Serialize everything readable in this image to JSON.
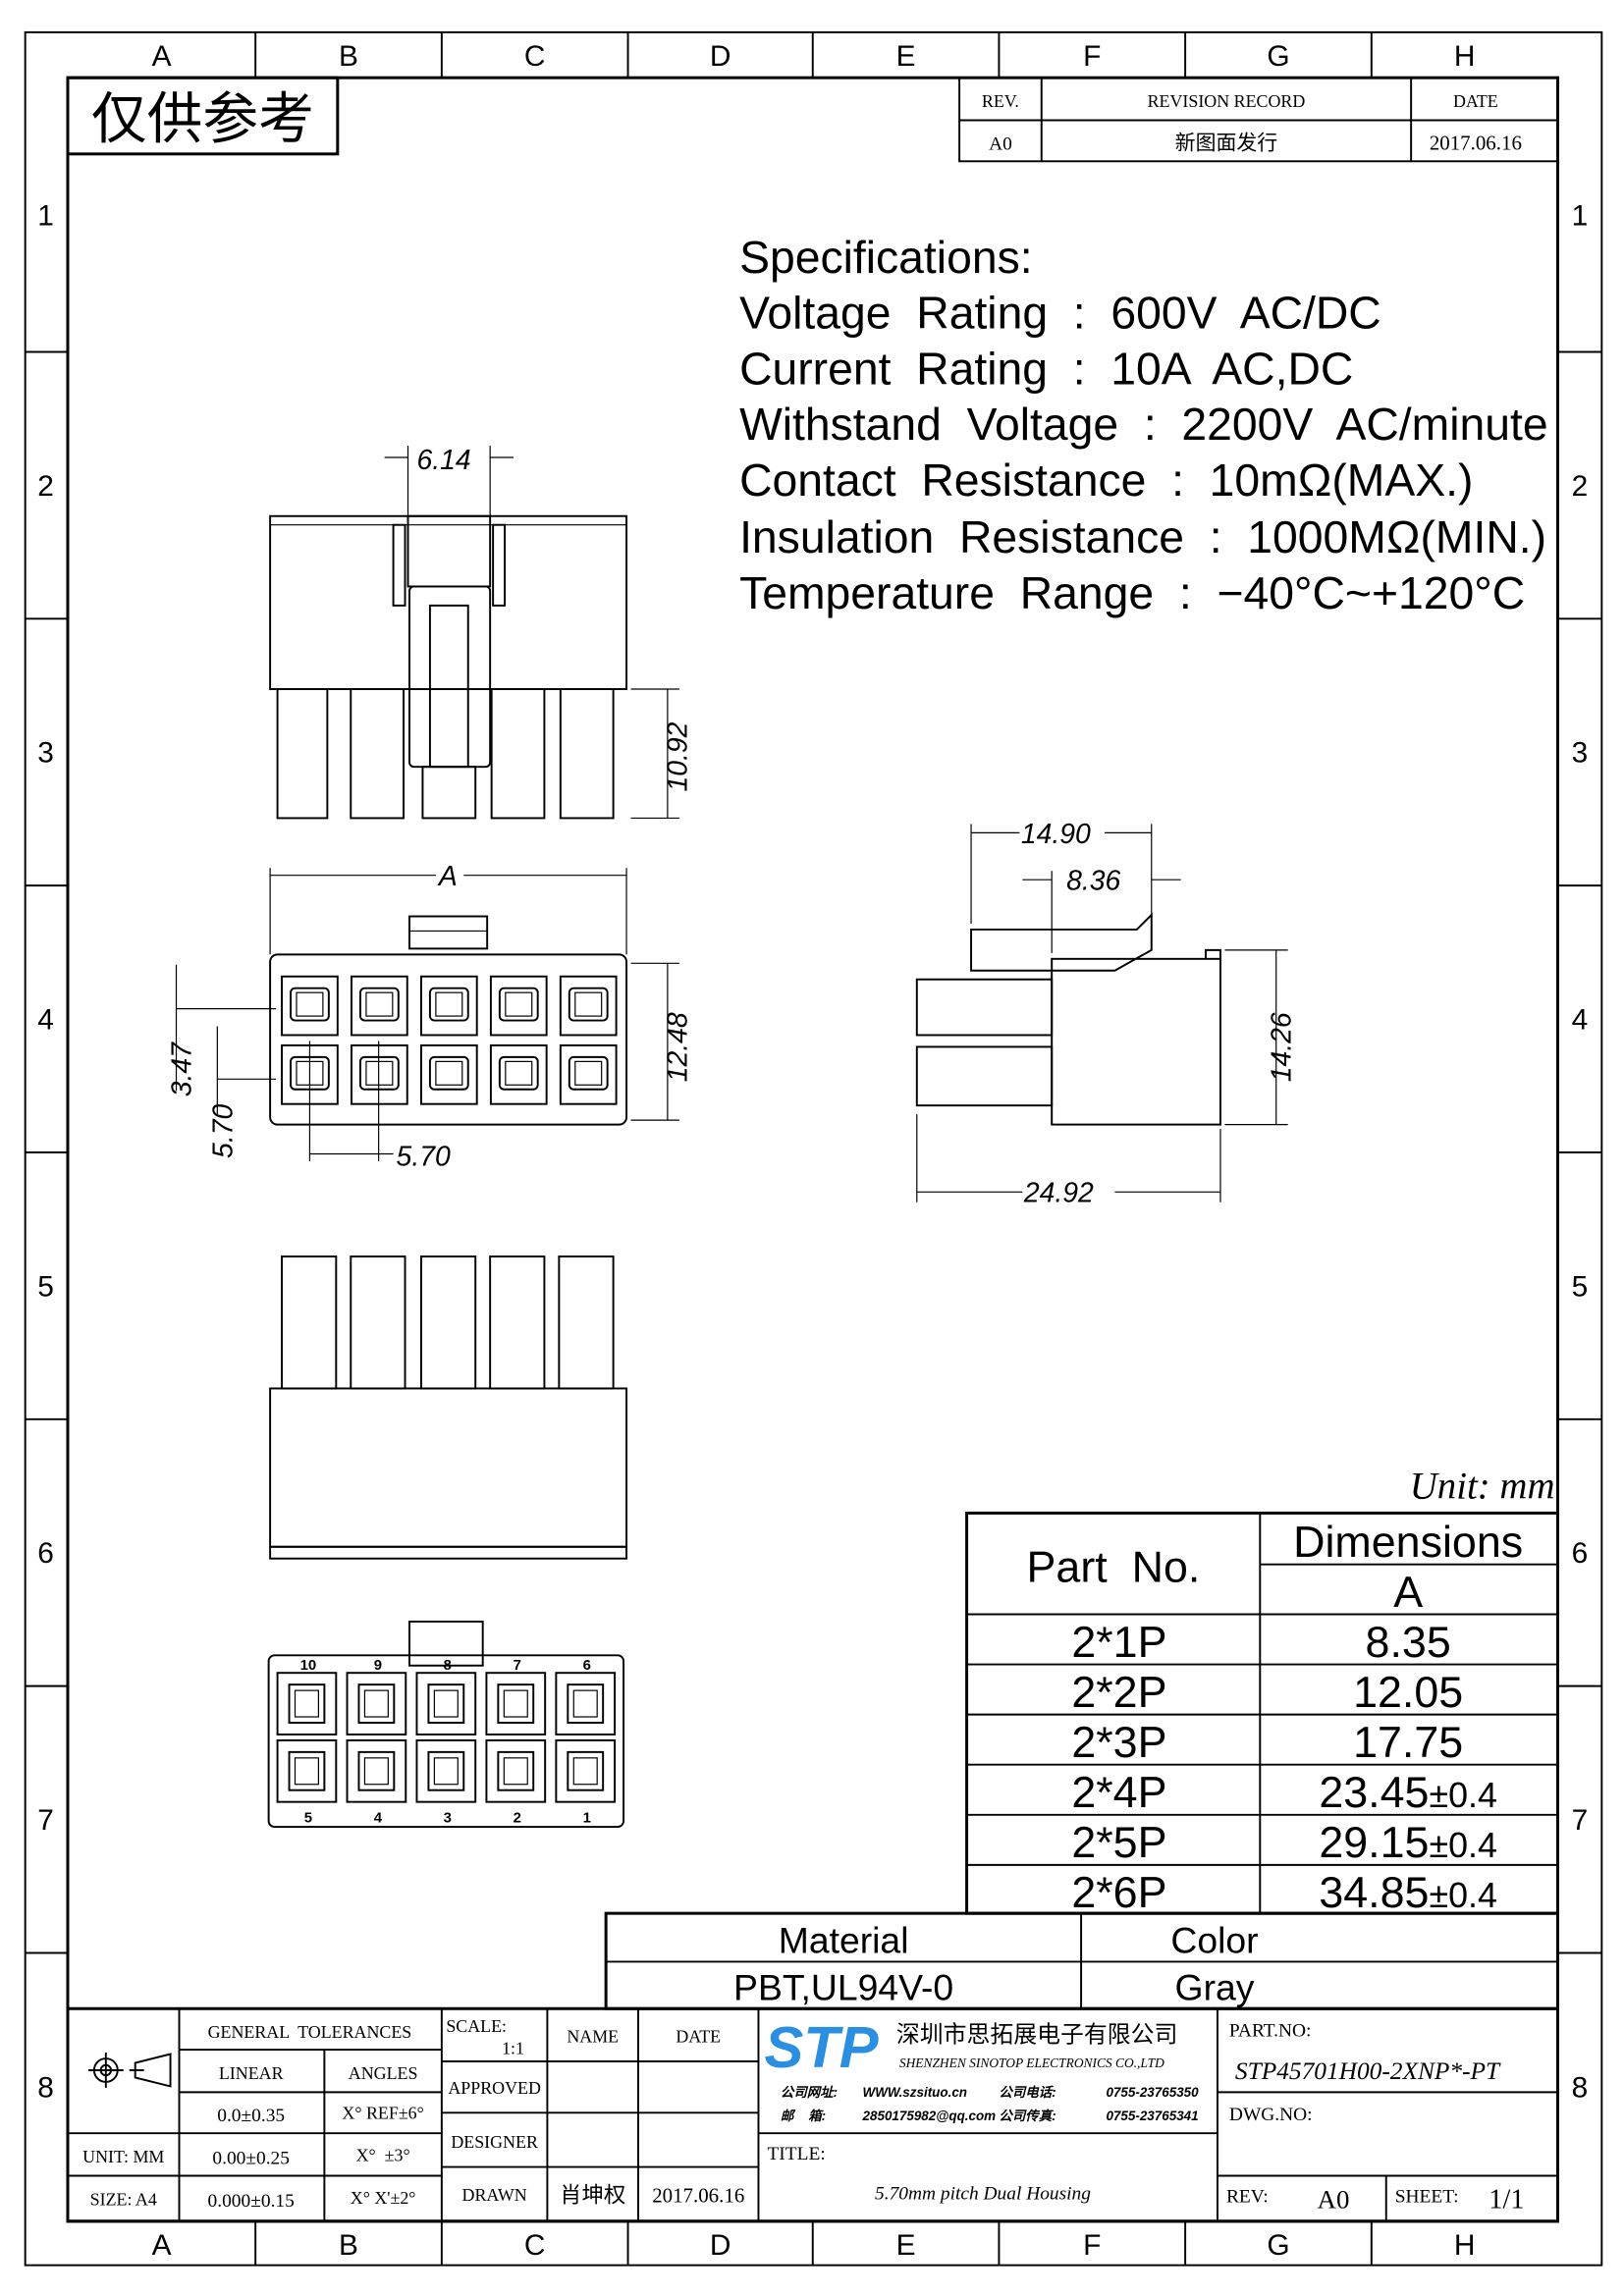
{
  "frame": {
    "columns": [
      "A",
      "B",
      "C",
      "D",
      "E",
      "F",
      "G",
      "H"
    ],
    "rows": [
      "1",
      "2",
      "3",
      "4",
      "5",
      "6",
      "7",
      "8"
    ]
  },
  "watermark": "仅供参考",
  "revision": {
    "headers": {
      "rev": "REV.",
      "record": "REVISION RECORD",
      "date": "DATE"
    },
    "row": {
      "rev": "A0",
      "record": "新图面发行",
      "date": "2017.06.16"
    }
  },
  "specifications": {
    "title": "Specifications:",
    "lines": [
      "Voltage  Rating  :  600V  AC/DC",
      "Current  Rating  :  10A  AC,DC",
      "Withstand  Voltage  :  2200V  AC/minute",
      "Contact  Resistance  :  10mΩ(MAX.)",
      "Insulation  Resistance  :  1000MΩ(MIN.)",
      "Temperature  Range  :  −40°C~+120°C"
    ]
  },
  "dimensions_labels": {
    "d614": "6.14",
    "d1092": "10.92",
    "dA": "A",
    "d347": "3.47",
    "d570v": "5.70",
    "d570h": "5.70",
    "d1248": "12.48",
    "d1490": "14.90",
    "d836": "8.36",
    "d1426": "14.26",
    "d2492": "24.92"
  },
  "pin_numbers": {
    "top": [
      "10",
      "9",
      "8",
      "7",
      "6"
    ],
    "bottom": [
      "5",
      "4",
      "3",
      "2",
      "1"
    ]
  },
  "unit_label": "Unit: mm",
  "dimension_table": {
    "header_part": "Part  No.",
    "header_dim": "Dimensions",
    "header_sub": "A",
    "rows": [
      {
        "part": "2*1P",
        "value": "8.35",
        "tol": ""
      },
      {
        "part": "2*2P",
        "value": "12.05",
        "tol": ""
      },
      {
        "part": "2*3P",
        "value": "17.75",
        "tol": ""
      },
      {
        "part": "2*4P",
        "value": "23.45",
        "tol": "±0.4"
      },
      {
        "part": "2*5P",
        "value": "29.15",
        "tol": "±0.4"
      },
      {
        "part": "2*6P",
        "value": "34.85",
        "tol": "±0.4"
      }
    ]
  },
  "material_table": {
    "material_label": "Material",
    "material_value": "PBT,UL94V-0",
    "color_label": "Color",
    "color_value": "Gray"
  },
  "title_block": {
    "general_tolerances": "GENERAL  TOLERANCES",
    "linear": "LINEAR",
    "angles": "ANGLES",
    "tol_rows": [
      {
        "linear": "0.0±0.35",
        "angle": "X° REF±6°"
      },
      {
        "linear": "0.00±0.25",
        "angle": "X°  ±3°"
      },
      {
        "linear": "0.000±0.15",
        "angle": "X° X'±2°"
      }
    ],
    "unit": "UNIT: MM",
    "size": "SIZE: A4",
    "scale_label": "SCALE:",
    "scale_value": "1:1",
    "name": "NAME",
    "date": "DATE",
    "approved": "APPROVED",
    "designer": "DESIGNER",
    "drawn": "DRAWN",
    "drawn_name": "肖坤权",
    "drawn_date": "2017.06.16",
    "company_logo": "STP",
    "company_cn": "深圳市思拓展电子有限公司",
    "company_en": "SHENZHEN SINOTOP ELECTRONICS CO.,LTD",
    "website_label": "公司网址:",
    "website": "WWW.szsituo.cn",
    "phone_label": "公司电话:",
    "phone": "0755-23765350",
    "email_label": "邮    箱:",
    "email": "2850175982@qq.com",
    "fax_label": "公司传真:",
    "fax": "0755-23765341",
    "title_label": "TITLE:",
    "title": "5.70mm pitch Dual Housing",
    "part_no_label": "PART.NO:",
    "part_no": "STP45701H00-2XNP*-PT",
    "dwg_no_label": "DWG.NO:",
    "rev_label": "REV:",
    "rev": "A0",
    "sheet_label": "SHEET:",
    "sheet": "1/1"
  },
  "colors": {
    "logo": "#2a8fe0"
  }
}
